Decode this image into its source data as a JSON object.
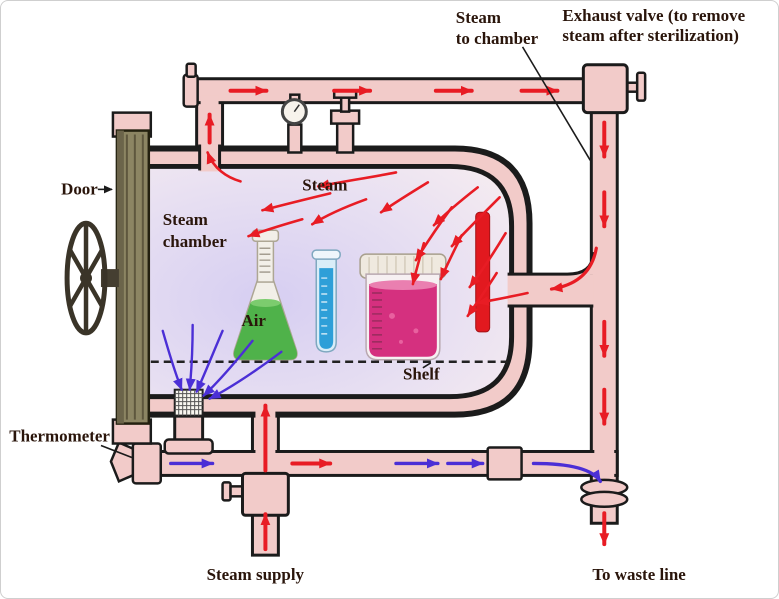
{
  "labels": {
    "steam_to_chamber_line1": "Steam",
    "steam_to_chamber_line2": "to chamber",
    "exhaust_valve_line1": "Exhaust valve (to remove",
    "exhaust_valve_line2": "steam after sterilization)",
    "door": "Door",
    "steam": "Steam",
    "steam_chamber_line1": "Steam",
    "steam_chamber_line2": "chamber",
    "air": "Air",
    "shelf": "Shelf",
    "thermometer": "Thermometer",
    "steam_supply": "Steam supply",
    "to_waste_line": "To waste line"
  },
  "colors": {
    "pipe_fill": "#f2cbc9",
    "outline": "#1b1b1b",
    "steam_arrow": "#e81c24",
    "air_arrow": "#4b2fd6",
    "label_text": "#2a150b",
    "chamber_tint": "#d6cef2",
    "flask_liquid": "#4fb24a",
    "cylinder_liquid": "#2e9fd8",
    "beaker_liquid": "#d5307f",
    "heater_bar": "#e2191f",
    "door_panel": "#8c8563"
  }
}
